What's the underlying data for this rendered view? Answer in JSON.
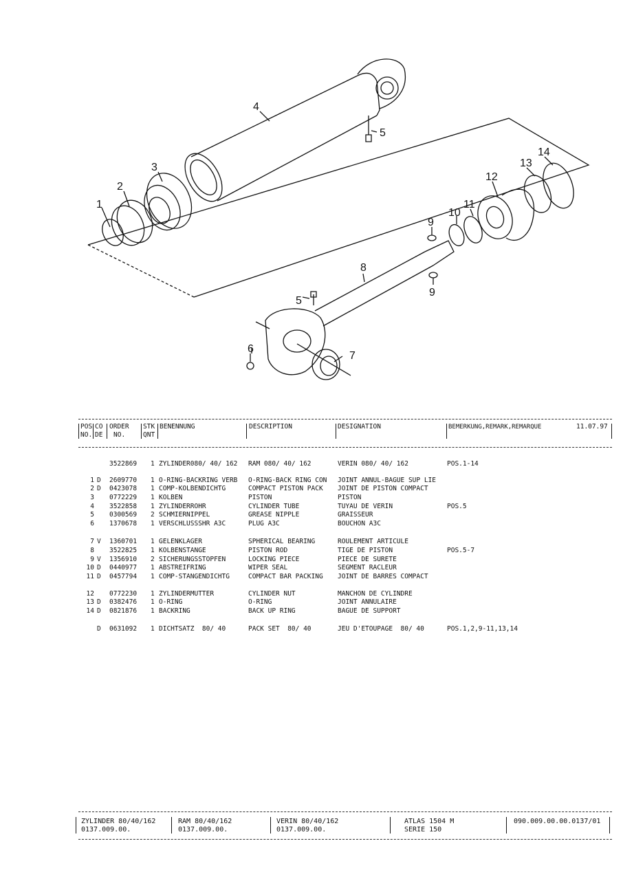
{
  "header": {
    "pos_top": "POS",
    "pos_bottom": "NO.",
    "co_top": "CO",
    "co_bottom": "DE",
    "order_top": "ORDER",
    "order_bottom": "NO.",
    "qty_top": "STK",
    "qty_bottom": "QNT",
    "benennung": "BENENNUNG",
    "description": "DESCRIPTION",
    "designation": "DESIGNATION",
    "remark": "BEMERKUNG,REMARK,REMARQUE",
    "date": "11.07.97"
  },
  "callouts": [
    "1",
    "2",
    "3",
    "4",
    "5",
    "5",
    "6",
    "7",
    "8",
    "9",
    "9",
    "10",
    "11",
    "12",
    "13",
    "14"
  ],
  "parts": [
    {
      "pos": "",
      "co": "",
      "order": "3522869",
      "qty": "1",
      "benennung": "ZYLINDER080/ 40/ 162",
      "description": "RAM 080/ 40/ 162",
      "designation": "VERIN 080/ 40/ 162",
      "remark": "POS.1-14"
    },
    {
      "pos": "1",
      "co": "D",
      "order": "2609770",
      "qty": "1",
      "benennung": "O-RING-BACKRING VERB",
      "description": "O-RING-BACK RING CON",
      "designation": "JOINT ANNUL-BAGUE SUP LIE",
      "remark": ""
    },
    {
      "pos": "2",
      "co": "D",
      "order": "0423078",
      "qty": "1",
      "benennung": "COMP-KOLBENDICHTG",
      "description": "COMPACT PISTON PACK",
      "designation": "JOINT DE PISTON COMPACT",
      "remark": ""
    },
    {
      "pos": "3",
      "co": "",
      "order": "0772229",
      "qty": "1",
      "benennung": "KOLBEN",
      "description": "PISTON",
      "designation": "PISTON",
      "remark": ""
    },
    {
      "pos": "4",
      "co": "",
      "order": "3522858",
      "qty": "1",
      "benennung": "ZYLINDERROHR",
      "description": "CYLINDER TUBE",
      "designation": "TUYAU DE VERIN",
      "remark": "POS.5"
    },
    {
      "pos": "5",
      "co": "",
      "order": "0300569",
      "qty": "2",
      "benennung": "SCHMIERNIPPEL",
      "description": "GREASE NIPPLE",
      "designation": "GRAISSEUR",
      "remark": ""
    },
    {
      "pos": "6",
      "co": "",
      "order": "1370678",
      "qty": "1",
      "benennung": "VERSCHLUSSSHR A3C",
      "description": "PLUG A3C",
      "designation": "BOUCHON A3C",
      "remark": ""
    },
    {
      "pos": "7",
      "co": "V",
      "order": "1360701",
      "qty": "1",
      "benennung": "GELENKLAGER",
      "description": "SPHERICAL BEARING",
      "designation": "ROULEMENT ARTICULE",
      "remark": ""
    },
    {
      "pos": "8",
      "co": "",
      "order": "3522825",
      "qty": "1",
      "benennung": "KOLBENSTANGE",
      "description": "PISTON ROD",
      "designation": "TIGE DE PISTON",
      "remark": "POS.5-7"
    },
    {
      "pos": "9",
      "co": "V",
      "order": "1356910",
      "qty": "2",
      "benennung": "SICHERUNGSSTOPFEN",
      "description": "LOCKING PIECE",
      "designation": "PIECE DE SURETE",
      "remark": ""
    },
    {
      "pos": "10",
      "co": "D",
      "order": "0440977",
      "qty": "1",
      "benennung": "ABSTREIFRING",
      "description": "WIPER SEAL",
      "designation": "SEGMENT RACLEUR",
      "remark": ""
    },
    {
      "pos": "11",
      "co": "D",
      "order": "0457794",
      "qty": "1",
      "benennung": "COMP-STANGENDICHTG",
      "description": "COMPACT BAR PACKING",
      "designation": "JOINT DE BARRES COMPACT",
      "remark": ""
    },
    {
      "pos": "12",
      "co": "",
      "order": "0772230",
      "qty": "1",
      "benennung": "ZYLINDERMUTTER",
      "description": "CYLINDER NUT",
      "designation": "MANCHON DE CYLINDRE",
      "remark": ""
    },
    {
      "pos": "13",
      "co": "D",
      "order": "0382476",
      "qty": "1",
      "benennung": "O-RING",
      "description": "O-RING",
      "designation": "JOINT ANNULAIRE",
      "remark": ""
    },
    {
      "pos": "14",
      "co": "D",
      "order": "0821876",
      "qty": "1",
      "benennung": "BACKRING",
      "description": "BACK UP RING",
      "designation": "BAGUE DE SUPPORT",
      "remark": ""
    },
    {
      "pos": "",
      "co": "D",
      "order": "0631092",
      "qty": "1",
      "benennung": "DICHTSATZ  80/ 40",
      "description": "PACK SET  80/ 40",
      "designation": "JEU D'ETOUPAGE  80/ 40",
      "remark": "POS.1,2,9-11,13,14"
    }
  ],
  "footer": {
    "col1_line1": "ZYLINDER 80/40/162",
    "col1_line2": "0137.009.00.",
    "col2_line1": "RAM 80/40/162",
    "col2_line2": "0137.009.00.",
    "col3_line1": "VERIN 80/40/162",
    "col3_line2": "0137.009.00.",
    "col4_line1": "ATLAS 1504 M",
    "col4_line2": "SERIE 150",
    "col5": "090.009.00.00.0137/01"
  }
}
